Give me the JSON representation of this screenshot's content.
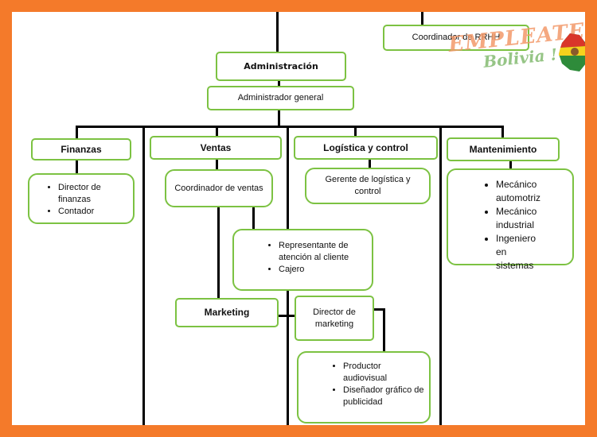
{
  "top_role": "Coordinador de RRHH",
  "root": {
    "title": "Administración",
    "role": "Administrador general"
  },
  "departments": [
    {
      "title": "Finanzas",
      "roles": [
        "Director de finanzas",
        "Contador"
      ]
    },
    {
      "title": "Ventas",
      "role": "Coordinador de ventas",
      "staff": [
        "Representante de atención al cliente",
        "Cajero"
      ]
    },
    {
      "title": "Logística y control",
      "role": "Gerente de logística y control"
    },
    {
      "title": "Mantenimiento",
      "roles": [
        "Mecánico automotriz",
        "Mecánico industrial",
        "Ingeniero en sistemas"
      ]
    }
  ],
  "marketing": {
    "title": "Marketing",
    "role": "Director de marketing",
    "staff": [
      "Productor audiovisual",
      "Diseñador gráfico de publicidad"
    ]
  },
  "logo": {
    "word1": "EMPLEATE",
    "word2": "Bolivia !"
  },
  "colors": {
    "frame": "#f47a2a",
    "box_border": "#7cc242",
    "lines": "#000000"
  }
}
